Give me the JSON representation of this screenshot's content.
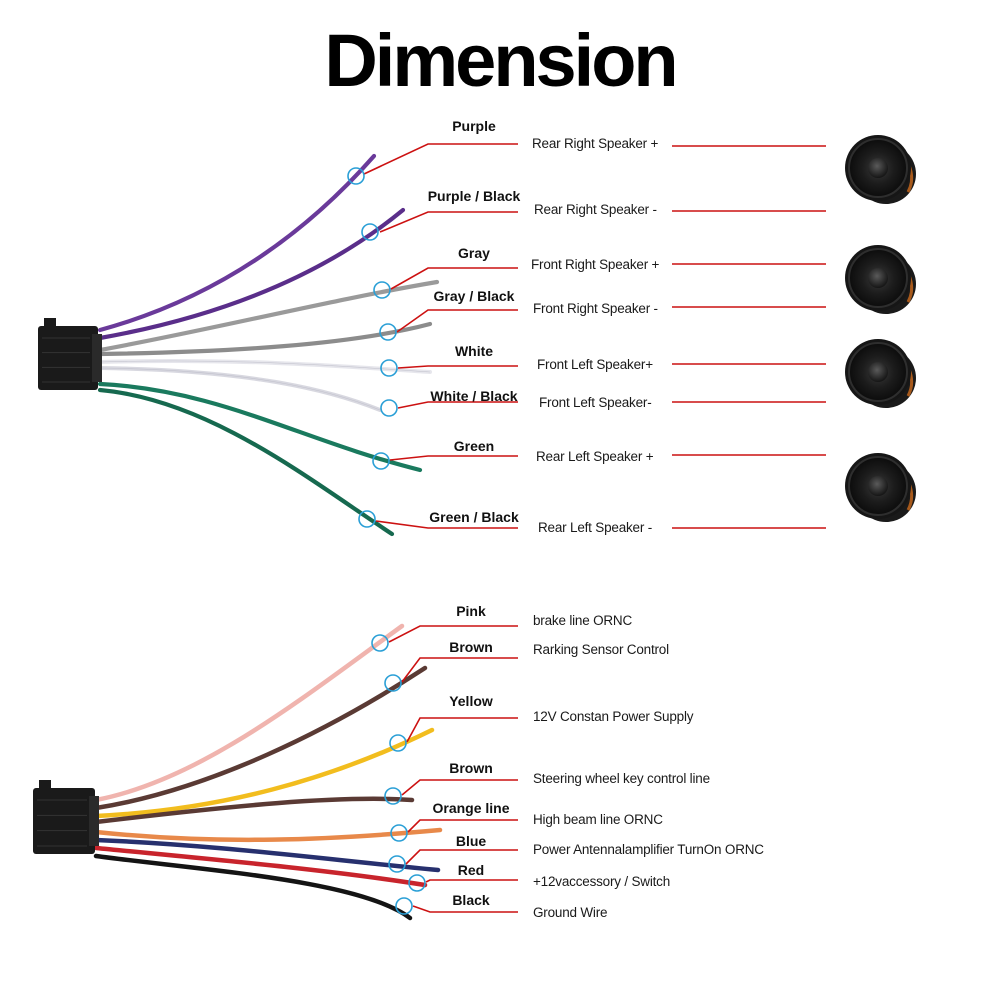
{
  "title": "Dimension",
  "colors": {
    "leader": "#cc1111",
    "marker": "#2a9fd6",
    "connector": "#1a1a1a"
  },
  "speaker_harness": {
    "wires": [
      {
        "color_name": "Purple",
        "function": "Rear Right Speaker +",
        "wire_color": "#6a3a9a"
      },
      {
        "color_name": "Purple / Black",
        "function": "Rear Right Speaker -",
        "wire_color": "#5a2e8a"
      },
      {
        "color_name": "Gray",
        "function": "Front Right Speaker +",
        "wire_color": "#9a9a9a"
      },
      {
        "color_name": "Gray / Black",
        "function": "Front Right Speaker -",
        "wire_color": "#8c8c8c"
      },
      {
        "color_name": "White",
        "function": "Front Left Speaker+",
        "wire_color": "#e6e6ec"
      },
      {
        "color_name": "White / Black",
        "function": "Front Left Speaker-",
        "wire_color": "#d8d8e0"
      },
      {
        "color_name": "Green",
        "function": "Rear Left Speaker +",
        "wire_color": "#1a7a5e"
      },
      {
        "color_name": "Green / Black",
        "function": "Rear Left Speaker -",
        "wire_color": "#16694f"
      }
    ],
    "speakers": [
      "speaker-icon",
      "speaker-icon",
      "speaker-icon",
      "speaker-icon"
    ]
  },
  "power_harness": {
    "wires": [
      {
        "color_name": "Pink",
        "function": "brake line  ORNC",
        "wire_color": "#f0b4ae"
      },
      {
        "color_name": "Brown",
        "function": "Rarking Sensor Control",
        "wire_color": "#5a3a34"
      },
      {
        "color_name": "Yellow",
        "function": "12V Constan Power Supply",
        "wire_color": "#f2bd1e"
      },
      {
        "color_name": "Brown",
        "function": "Steering wheel key control line",
        "wire_color": "#5a3a34"
      },
      {
        "color_name": "Orange line",
        "function": "High beam line  ORNC",
        "wire_color": "#e8894a"
      },
      {
        "color_name": "Blue",
        "function": "Power Antennalamplifier TurnOn ORNC",
        "wire_color": "#27306e"
      },
      {
        "color_name": "Red",
        "function": "+12vaccessory / Switch",
        "wire_color": "#c8242c"
      },
      {
        "color_name": "Black",
        "function": "Ground Wire",
        "wire_color": "#141414"
      }
    ]
  }
}
